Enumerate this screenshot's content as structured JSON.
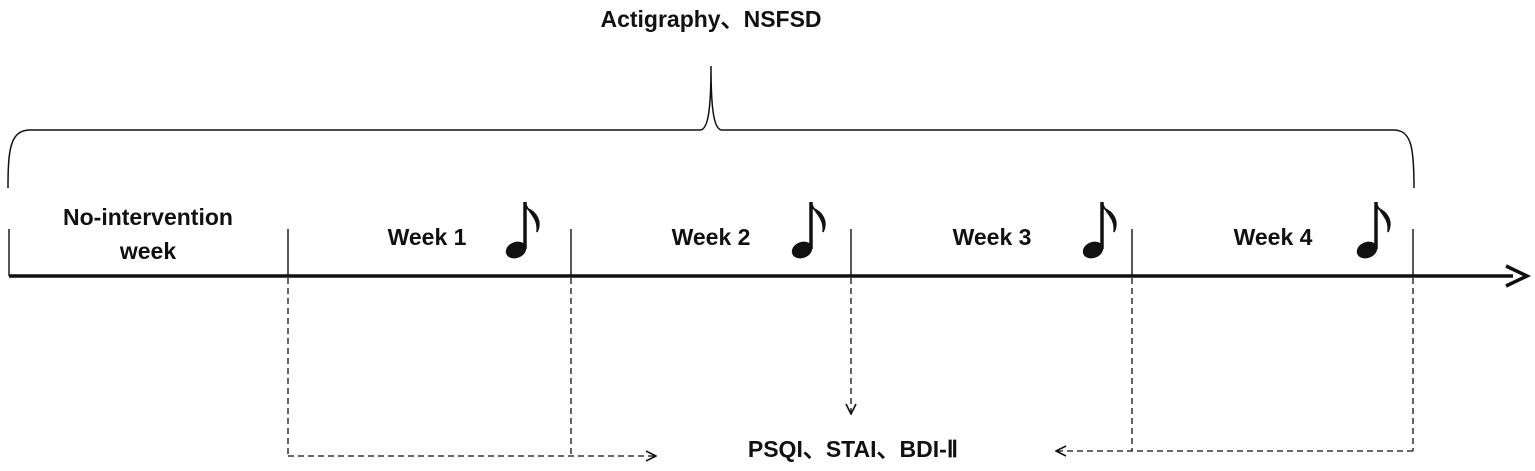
{
  "top_label": "Actigraphy、NSFSD",
  "bottom_label": "PSQI、STAI、BDI-Ⅱ",
  "periods": [
    {
      "line1": "No-intervention",
      "line2": "week",
      "music": false
    },
    {
      "line1": "Week 1",
      "music": true
    },
    {
      "line1": "Week 2",
      "music": true
    },
    {
      "line1": "Week 3",
      "music": true
    },
    {
      "line1": "Week 4",
      "music": true
    }
  ],
  "music_icon": "eighth-note-icon",
  "colors": {
    "ink": "#111111"
  }
}
